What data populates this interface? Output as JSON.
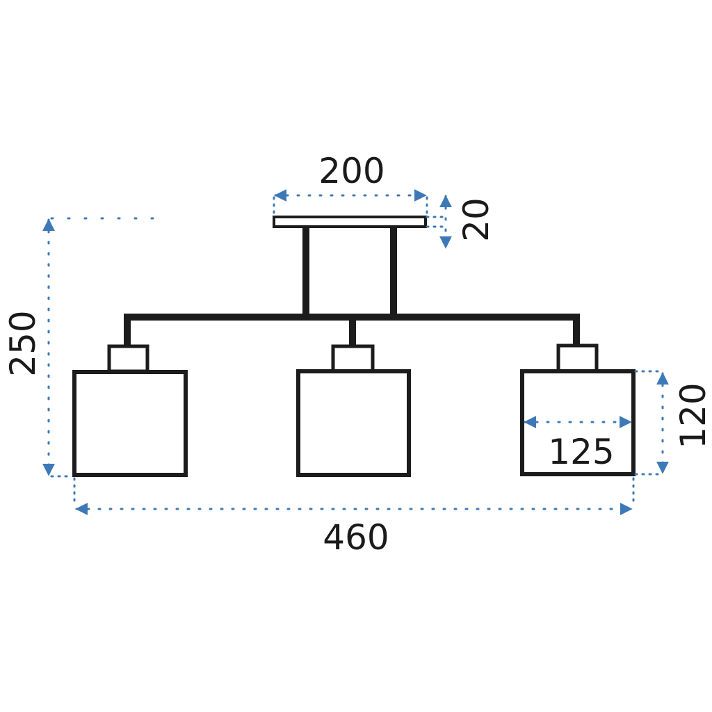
{
  "colors": {
    "line": "#1c1c1c",
    "dimension": "#3d79b6",
    "background": "#ffffff"
  },
  "dimensions": {
    "ceiling_plate_width": "200",
    "ceiling_plate_height": "20",
    "total_height": "250",
    "shade_height": "120",
    "shade_width": "125",
    "total_width": "460"
  }
}
